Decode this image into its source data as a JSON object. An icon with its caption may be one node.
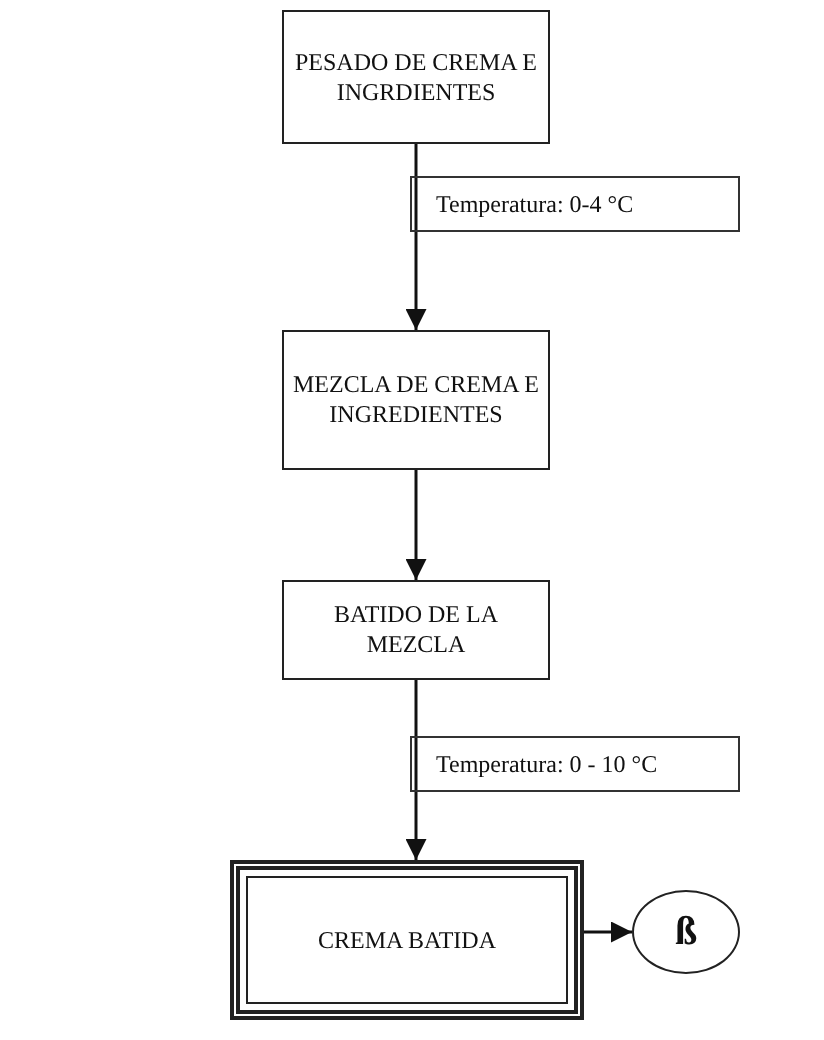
{
  "diagram": {
    "nodes": [
      {
        "text": [
          "PESADO DE CREMA E INGRDIENTES"
        ]
      },
      {
        "text": [
          "Temperatura: 0-4 °C"
        ]
      },
      {
        "text": [
          "MEZCLA DE CREMA E INGREDIENTES"
        ]
      },
      {
        "text": [
          "BATIDO DE LA MEZCLA"
        ]
      },
      {
        "text": [
          "Temperatura: 0 - 10 °C"
        ]
      },
      {
        "text": [
          "CREMA BATIDA"
        ]
      },
      {
        "text": [
          "ß"
        ]
      }
    ],
    "edges": [
      {
        "from": 0,
        "to": 2,
        "arrow": "to"
      },
      {
        "from": 2,
        "to": 3,
        "arrow": "to"
      },
      {
        "from": 3,
        "to": 5,
        "arrow": "to"
      },
      {
        "from": 5,
        "to": 6,
        "arrow": "to"
      }
    ]
  }
}
